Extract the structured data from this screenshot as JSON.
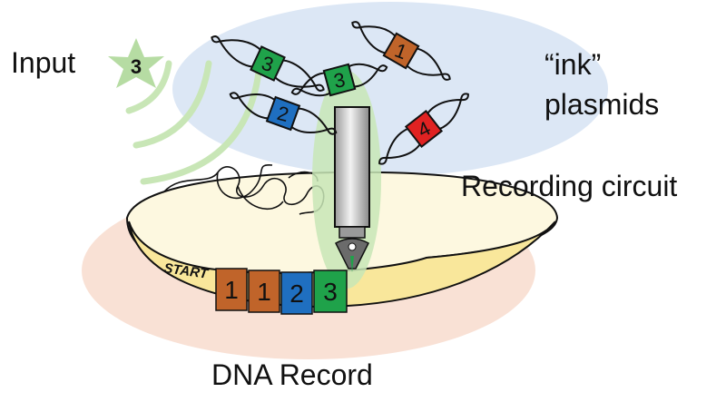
{
  "labels": {
    "input": "Input",
    "input_star_number": "3",
    "ink_line1": "“ink”",
    "ink_line2": "plasmids",
    "recording_circuit": "Recording circuit",
    "dna_record": "DNA Record",
    "start": "START"
  },
  "plasmids": [
    {
      "number": "3",
      "color": "#1fa24a"
    },
    {
      "number": "1",
      "color": "#c0642a"
    },
    {
      "number": "3",
      "color": "#1fa24a"
    },
    {
      "number": "2",
      "color": "#1f6fc0"
    },
    {
      "number": "4",
      "color": "#e02222"
    }
  ],
  "record_boxes": [
    {
      "number": "1",
      "color": "#c0642a"
    },
    {
      "number": "1",
      "color": "#c0642a"
    },
    {
      "number": "2",
      "color": "#1f6fc0"
    },
    {
      "number": "3",
      "color": "#1fa24a"
    }
  ],
  "colors": {
    "plasmid_cloud": "#dce7f5",
    "record_disc": "#f9e1d5",
    "strip": "#f9e79b",
    "signal_green": "#c8e6b6",
    "star": "#b6dca3",
    "pen_body": "#cfcfcf"
  }
}
